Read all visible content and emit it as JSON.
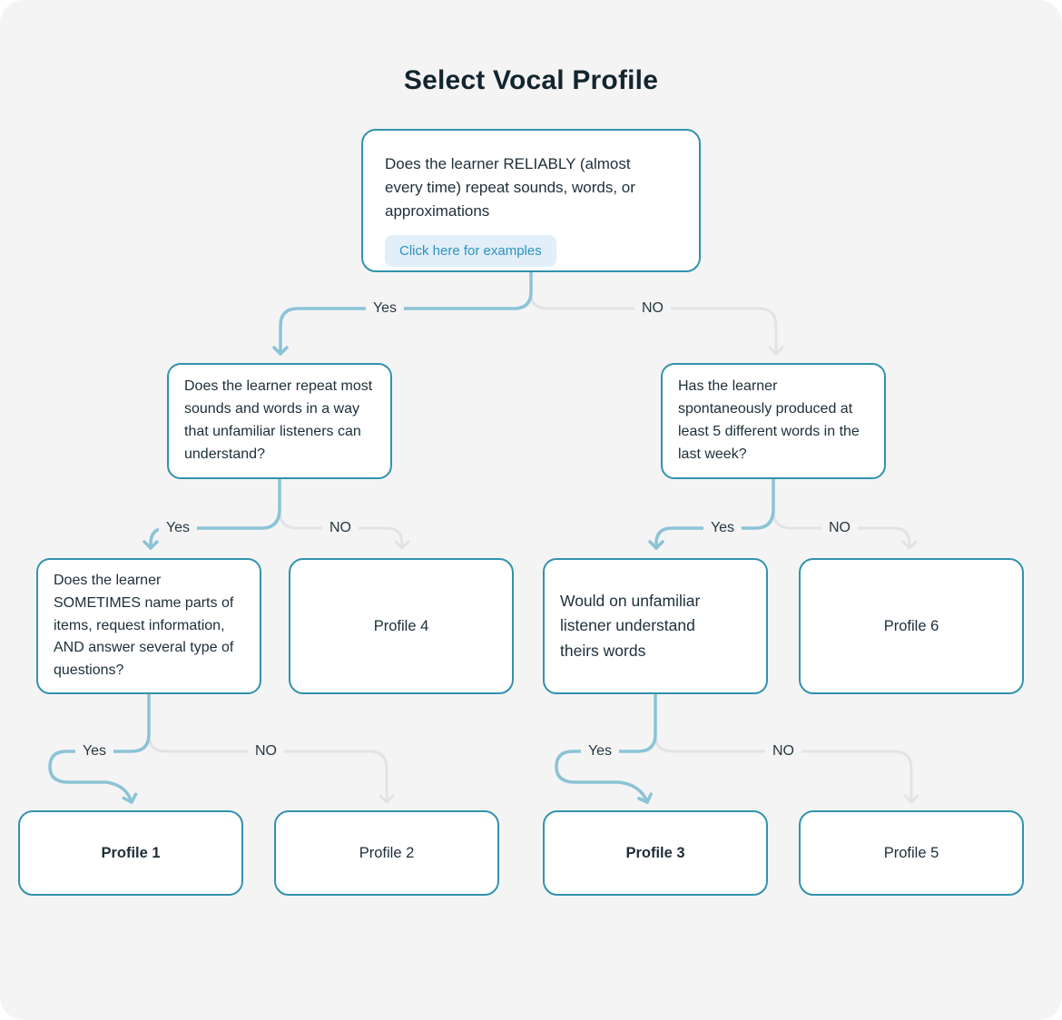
{
  "title": "Select Vocal Profile",
  "labels": {
    "yes": "Yes",
    "no": "NO"
  },
  "nodes": {
    "root": {
      "text": "Does the learner RELIABLY (almost every time) repeat sounds, words, or approximations",
      "button_label": "Click here for examples"
    },
    "q_repeat": {
      "text": "Does the learner repeat most sounds and words in a way that unfamiliar listeners can understand?"
    },
    "q_spontaneous": {
      "text": "Has the learner spontaneously produced at least 5 different words in the last week?"
    },
    "q_sometimes": {
      "text": "Does the learner SOMETIMES name parts of items, request information, AND answer several type of questions?"
    },
    "q_unfamiliar": {
      "text": "Would on unfamiliar listener understand theirs words"
    },
    "profile1": {
      "label": "Profile 1",
      "emphasis": true
    },
    "profile2": {
      "label": "Profile 2",
      "emphasis": false
    },
    "profile3": {
      "label": "Profile 3",
      "emphasis": true
    },
    "profile4": {
      "label": "Profile 4",
      "emphasis": false
    },
    "profile5": {
      "label": "Profile 5",
      "emphasis": false
    },
    "profile6": {
      "label": "Profile 6",
      "emphasis": false
    }
  },
  "colors": {
    "page_background": "#ffffff",
    "card_background": "#f4f4f5",
    "node_border": "#3292ac",
    "node_background": "#ffffff",
    "text": "#1d2f38",
    "title_text": "#13252e",
    "yes_edge": "#8cc3d6",
    "no_edge": "#e1e3e5",
    "button_background": "#e2eef8",
    "button_text": "#2b94be"
  }
}
